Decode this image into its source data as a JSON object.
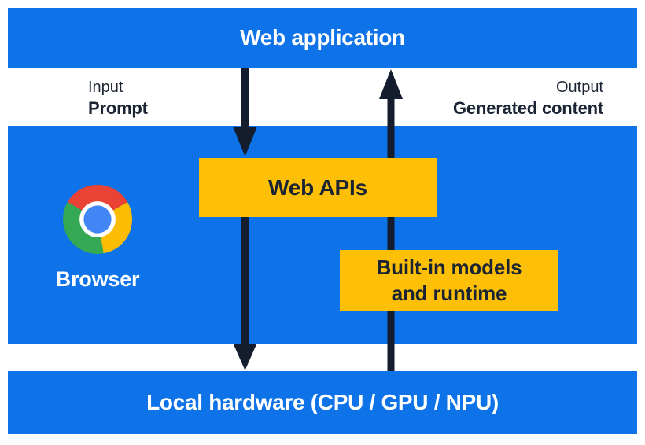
{
  "diagram": {
    "title_hint": "Built-in AI web architecture diagram",
    "web_application": "Web application",
    "input": {
      "title": "Input",
      "value": "Prompt"
    },
    "output": {
      "title": "Output",
      "value": "Generated content"
    },
    "browser": "Browser",
    "web_apis": "Web APIs",
    "models": {
      "line1": "Built-in models",
      "line2": "and runtime"
    },
    "local_hardware": "Local hardware (CPU / GPU / NPU)"
  },
  "icons": {
    "browser_logo": "chrome-logo-icon",
    "input_arrow": "arrow-down-icon",
    "output_arrow": "arrow-up-icon"
  },
  "colors": {
    "background": "#ffffff",
    "primary_blue": "#0e72e8",
    "accent_yellow": "#fdc006",
    "arrow_navy": "#131d2e",
    "text_dark": "#1a2433",
    "text_light": "#ffffff",
    "chrome_red": "#ea4335",
    "chrome_yellow": "#fbbc04",
    "chrome_green": "#34a853",
    "chrome_blue": "#4285f4"
  }
}
